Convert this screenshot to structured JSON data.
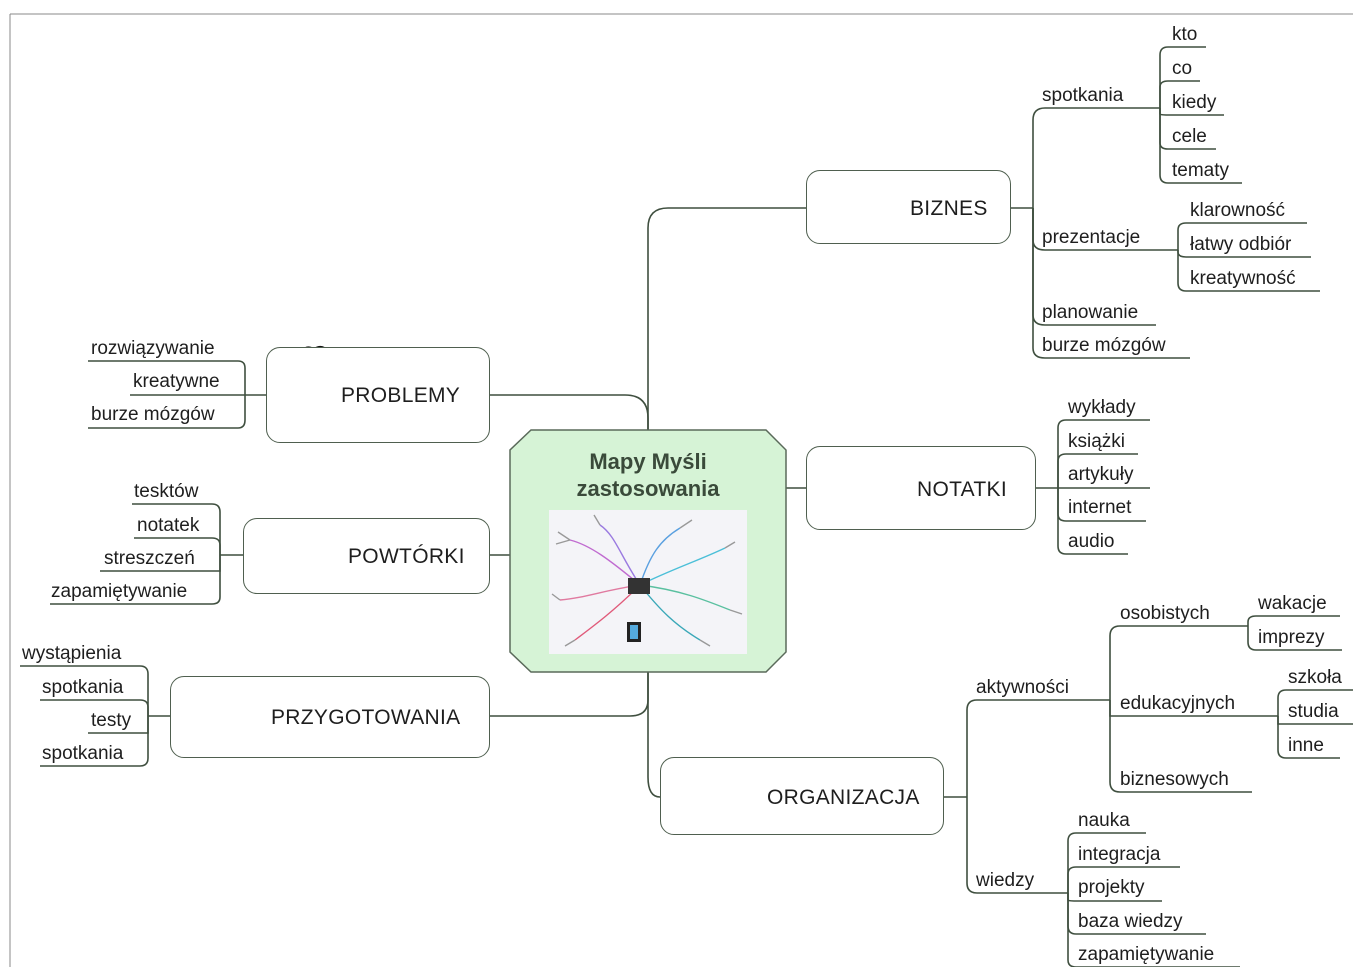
{
  "center": {
    "title_line1": "Mapy Myśli",
    "title_line2": "zastosowania"
  },
  "branches": {
    "biznes": {
      "label": "BIZNES"
    },
    "notatki": {
      "label": "NOTATKI"
    },
    "organizacja": {
      "label": "ORGANIZACJA"
    },
    "problemy": {
      "label": "PROBLEMY"
    },
    "powtorki": {
      "label": "POWTÓRKI"
    },
    "przygotowania": {
      "label": "PRZYGOTOWANIA"
    }
  },
  "leaves": {
    "spotkania": "spotkania",
    "kto": "kto",
    "co": "co",
    "kiedy": "kiedy",
    "cele": "cele",
    "tematy": "tematy",
    "prezentacje": "prezentacje",
    "klarownosc": "klarowność",
    "latwy_odbior": "łatwy odbiór",
    "kreatywnosc": "kreatywność",
    "planowanie": "planowanie",
    "burze_mozgow_b": "burze mózgów",
    "wyklady": "wykłady",
    "ksiazki": "książki",
    "artykuly": "artykuły",
    "internet": "internet",
    "audio": "audio",
    "aktywnosci": "aktywności",
    "osobistych": "osobistych",
    "wakacje": "wakacje",
    "imprezy": "imprezy",
    "edukacyjnych": "edukacyjnych",
    "szkola": "szkoła",
    "studia": "studia",
    "inne": "inne",
    "biznesowych": "biznesowych",
    "wiedzy": "wiedzy",
    "nauka": "nauka",
    "integracja": "integracja",
    "projekty": "projekty",
    "baza_wiedzy": "baza wiedzy",
    "zapamietywanie_o": "zapamiętywanie",
    "rozwiazywanie": "rozwiązywanie",
    "kreatywne": "kreatywne",
    "burze_mozgow_p": "burze mózgów",
    "tesktow": "tesktów",
    "notatek": "notatek",
    "streszczen": "streszczeń",
    "zapamietywanie_p": "zapamiętywanie",
    "wystapienia": "wystąpienia",
    "spotkania_p1": "spotkania",
    "testy": "testy",
    "spotkania_p2": "spotkania"
  },
  "colors": {
    "line": "#3f4f3f",
    "center_fill": "#d6f3d6",
    "center_border": "#5a6a5a"
  },
  "icons": {
    "biznes": "business-people-icon",
    "notatki": "pen-icon",
    "organizacja": "org-chart-icon",
    "problemy": "thinking-person-icon",
    "powtorki": "folder-icon",
    "przygotowania": "person-at-computer-icon"
  }
}
